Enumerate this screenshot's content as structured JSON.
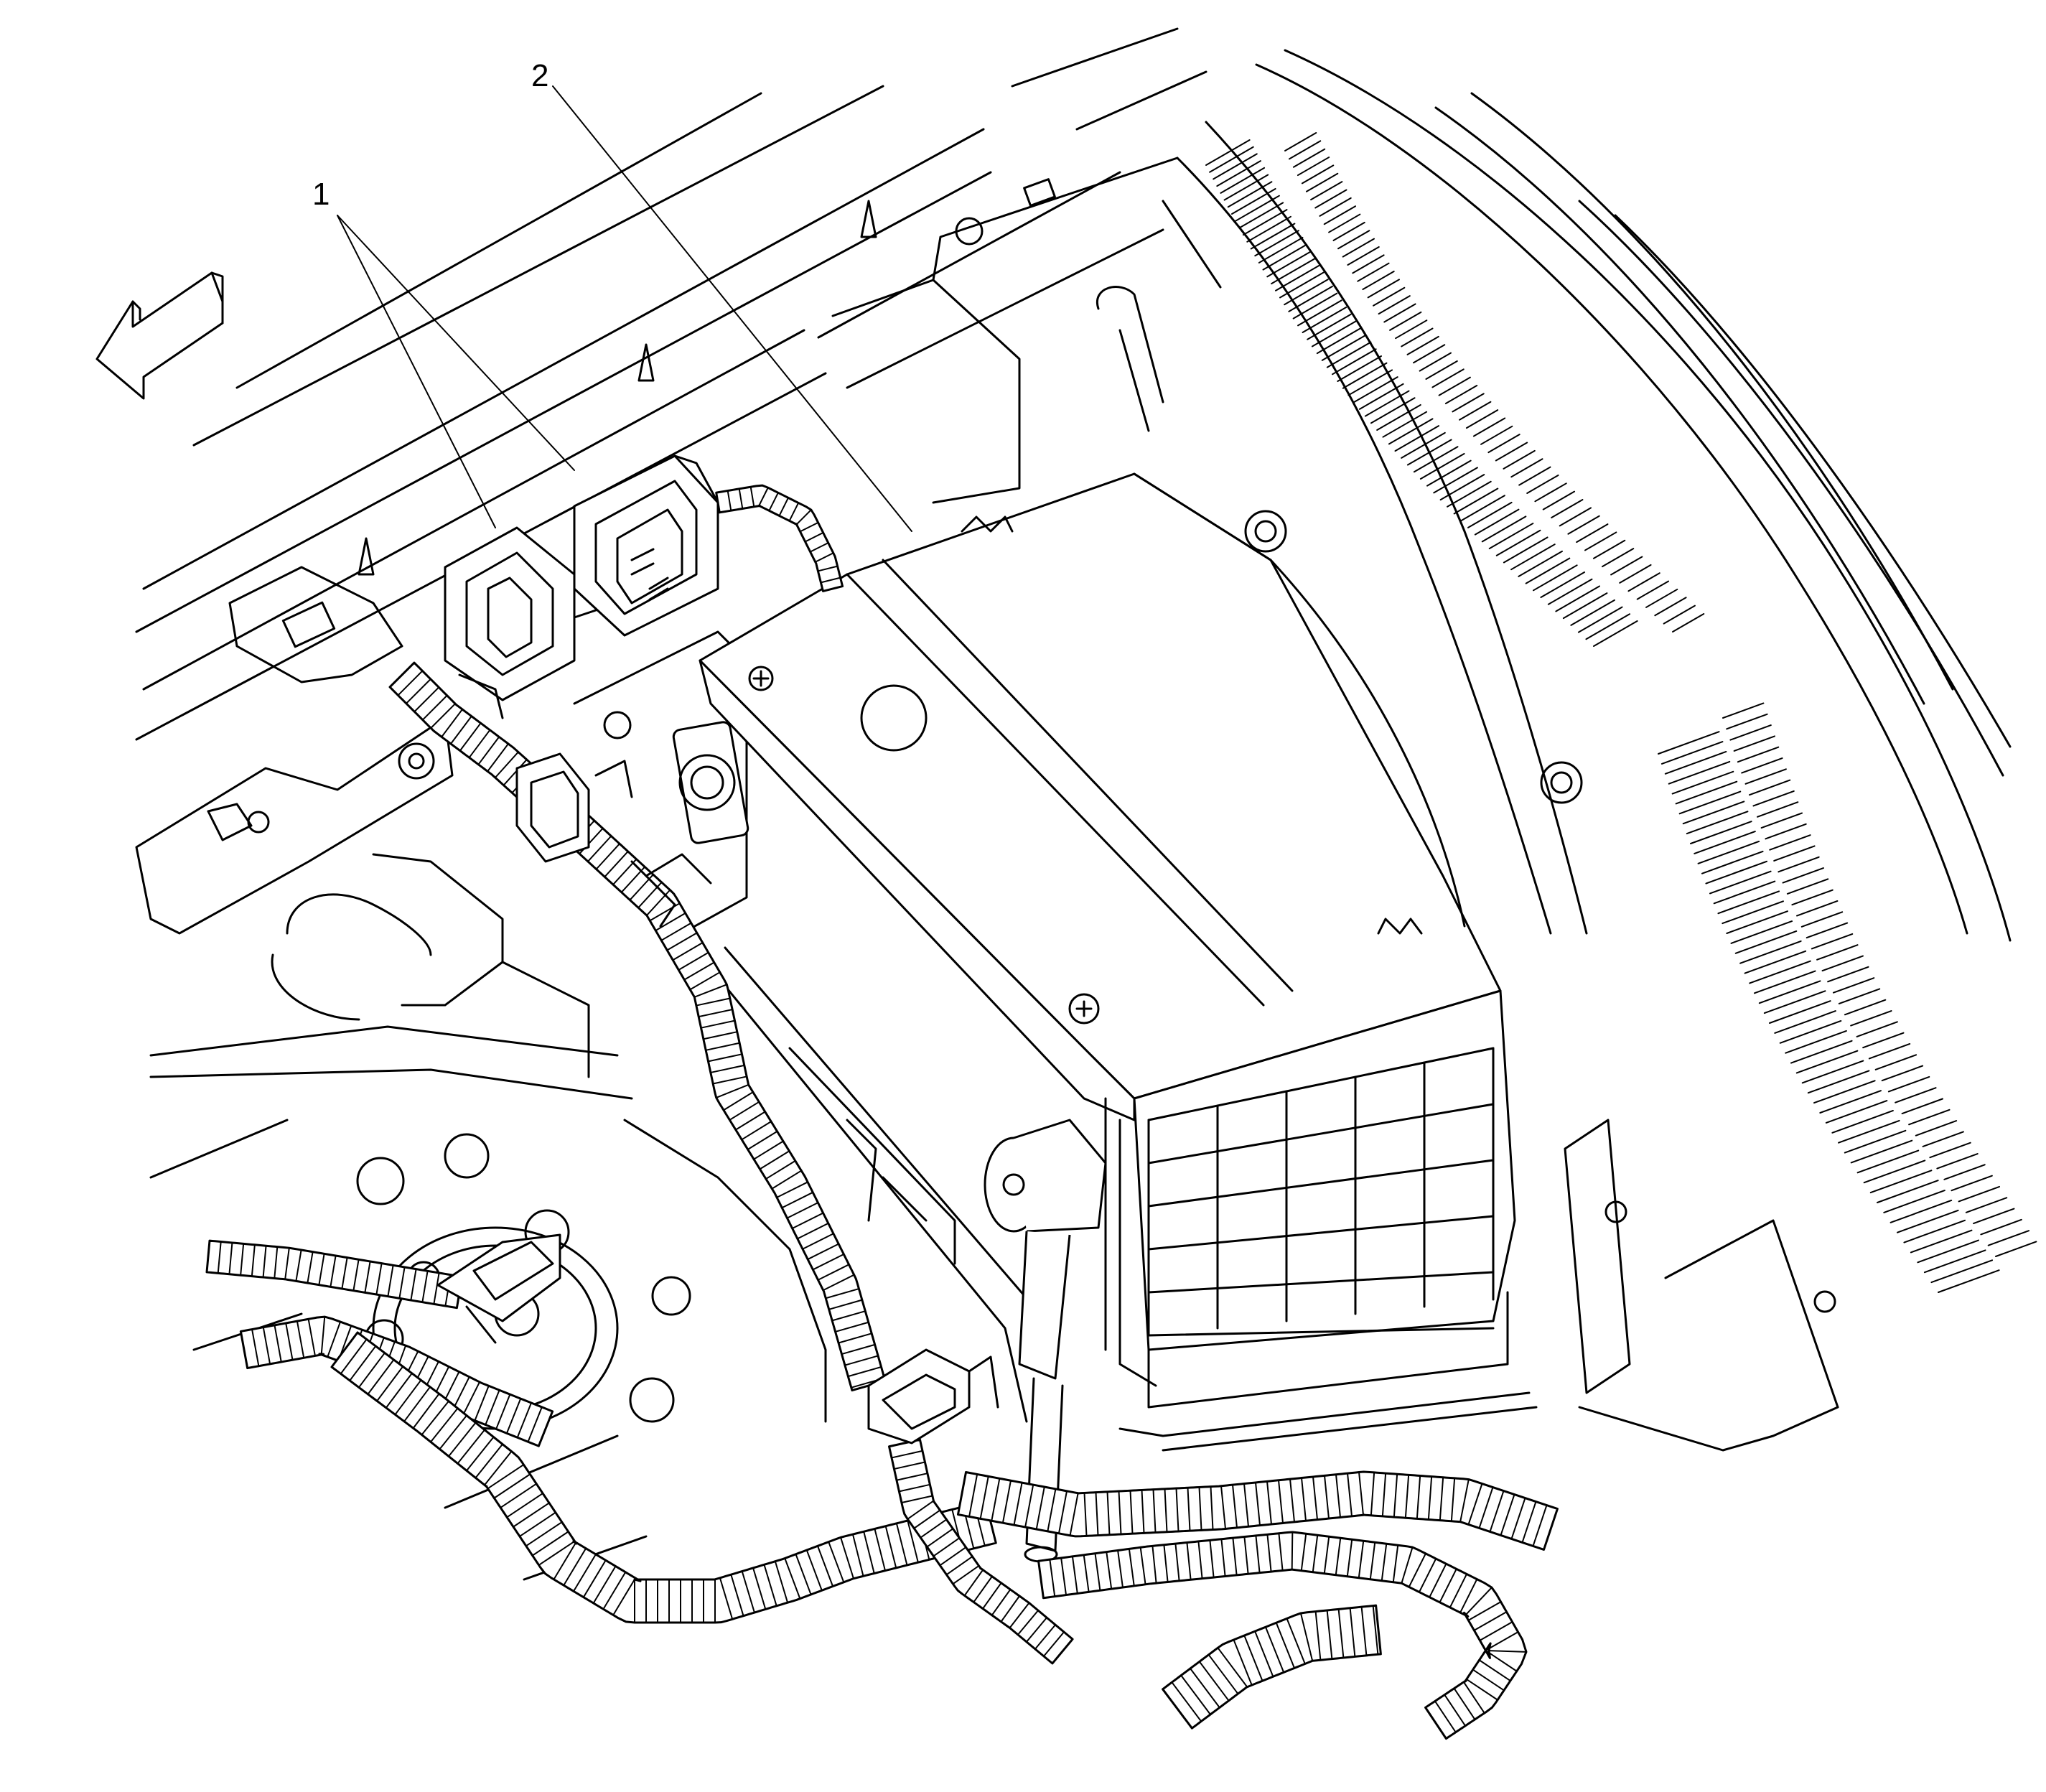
{
  "figure": {
    "callouts": [
      {
        "id": "1",
        "label": "1"
      },
      {
        "id": "2",
        "label": "2"
      }
    ],
    "background_color": "#ffffff",
    "line_color": "#000000"
  }
}
